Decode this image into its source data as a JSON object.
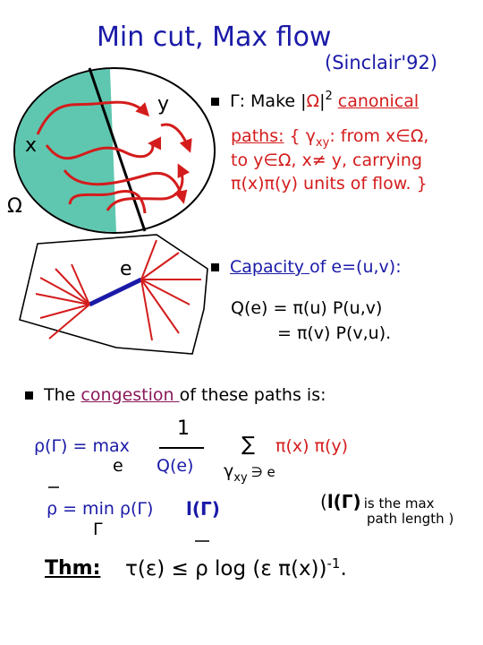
{
  "title": "Min cut,  Max flow",
  "subtitle": "(Sinclair'92)",
  "diagram": {
    "label_y": "y",
    "label_x": "x",
    "label_omega": "Ω",
    "label_e": "e"
  },
  "bullet1": {
    "gamma": "Γ",
    "line1_a": ":  Make |",
    "omega1": "Ω",
    "line1_b": "|",
    "sq": "2",
    "canonical": "canonical",
    "paths_word": "paths:",
    "line2_a": " { ",
    "gamma_xy": "γ",
    "xy_sub": "xy",
    "line2_b": ":  from x",
    "elem": "∈",
    "omega2": "Ω",
    "comma": ",",
    "line3": "to y∈Ω, x≠ y, carrying",
    "line4_a": "π(x)π(y) units of flow.",
    "line4_b": " }"
  },
  "bullet2": {
    "capacity": "Capacity ",
    "rest": "of e=(u,v):",
    "eq1": "Q(e) = π(u) P(u,v)",
    "eq2": "= π(v) P(v,u)."
  },
  "bullet3": {
    "the": "The ",
    "congestion": "congestion ",
    "of_these": "of these ",
    "paths": "paths",
    "is": " is:"
  },
  "formula": {
    "rho_gamma": "ρ(Γ) = max",
    "e_under": "e",
    "numerator": "1",
    "denominator": "Q(e)",
    "sum": "∑",
    "pixpy": "π(x) π(y)",
    "gamma_xy": "γ",
    "xy_sub": "xy",
    "ni_e": "∋ e",
    "rhobar": "ρ = min ρ(Γ)",
    "ell": "l(Γ)",
    "gamma_under": "Γ",
    "note_open": "(",
    "note_ell": "l(Γ)",
    "note_a": "is the max",
    "note_b": "path length )"
  },
  "theorem": {
    "label": "Thm:",
    "body": "τ(ε) ≤  ρ  log (ε π(x))",
    "exp": "-1",
    "end": "."
  },
  "colors": {
    "blue": "#1a1aa8",
    "red": "#d41c1c",
    "teal": "#5fc7b0"
  }
}
